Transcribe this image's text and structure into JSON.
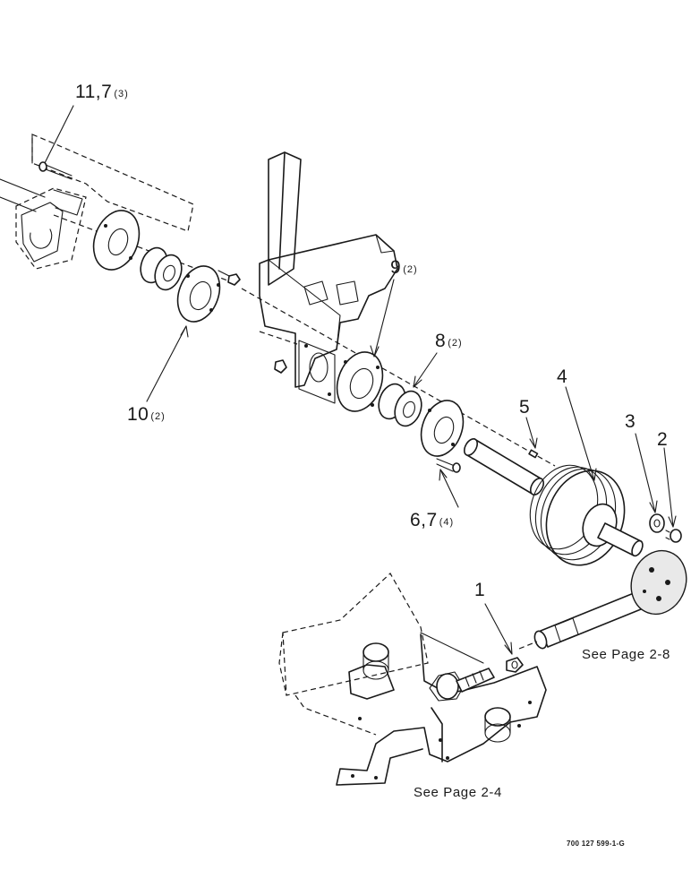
{
  "callouts": [
    {
      "id": "c11",
      "main": "11,7",
      "qty": "(3)"
    },
    {
      "id": "c10",
      "main": "10",
      "qty": "(2)"
    },
    {
      "id": "c9",
      "main": "9",
      "qty": "(2)"
    },
    {
      "id": "c8",
      "main": "8",
      "qty": "(2)"
    },
    {
      "id": "c6",
      "main": "6,7",
      "qty": "(4)"
    },
    {
      "id": "c5",
      "main": "5",
      "qty": ""
    },
    {
      "id": "c4",
      "main": "4",
      "qty": ""
    },
    {
      "id": "c3",
      "main": "3",
      "qty": ""
    },
    {
      "id": "c2",
      "main": "2",
      "qty": ""
    },
    {
      "id": "c1",
      "main": "1",
      "qty": ""
    }
  ],
  "references": {
    "page_2_8": "See Page 2-8",
    "page_2_4": "See Page 2-4"
  },
  "drawing_code": "700 127 599-1-G"
}
